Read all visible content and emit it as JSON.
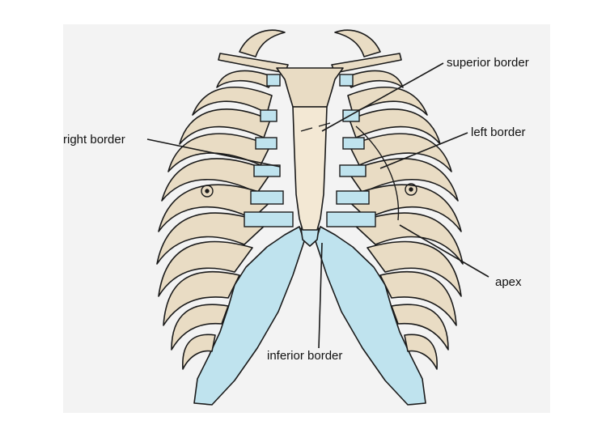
{
  "figure": {
    "labels": {
      "superior_border": "superior border",
      "right_border": "right border",
      "left_border": "left border",
      "apex": "apex",
      "inferior_border": "inferior border"
    },
    "colors": {
      "bone": "#e9dcc4",
      "cartilage": "#bfe3ee",
      "outline": "#1a1a1a",
      "panel": "#f3f3f3"
    }
  }
}
